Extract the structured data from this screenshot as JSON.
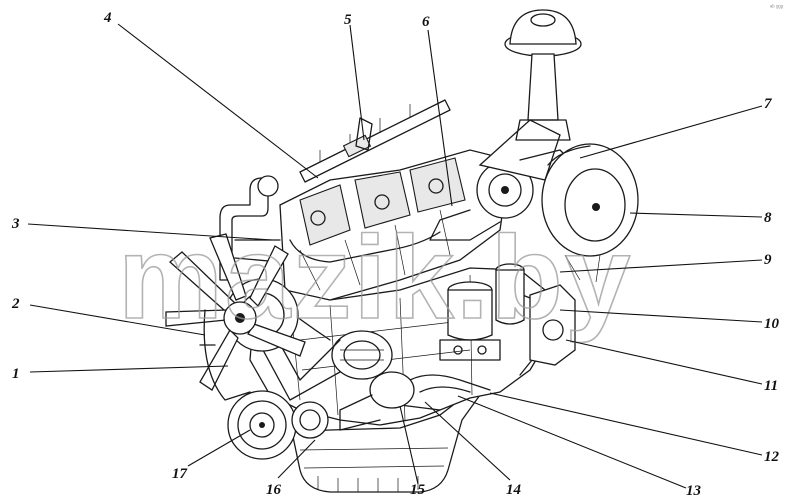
{
  "diagram": {
    "watermark": "mazik.by",
    "corner_mark": "ᵃᵇ ᵍᵍᵍ",
    "callouts": [
      {
        "id": "1",
        "label": "1"
      },
      {
        "id": "2",
        "label": "2"
      },
      {
        "id": "3",
        "label": "3"
      },
      {
        "id": "4",
        "label": "4"
      },
      {
        "id": "5",
        "label": "5"
      },
      {
        "id": "6",
        "label": "6"
      },
      {
        "id": "7",
        "label": "7"
      },
      {
        "id": "8",
        "label": "8"
      },
      {
        "id": "9",
        "label": "9"
      },
      {
        "id": "10",
        "label": "10"
      },
      {
        "id": "11",
        "label": "11"
      },
      {
        "id": "12",
        "label": "12"
      },
      {
        "id": "13",
        "label": "13"
      },
      {
        "id": "14",
        "label": "14"
      },
      {
        "id": "15",
        "label": "15"
      },
      {
        "id": "16",
        "label": "16"
      },
      {
        "id": "17",
        "label": "17"
      }
    ]
  }
}
